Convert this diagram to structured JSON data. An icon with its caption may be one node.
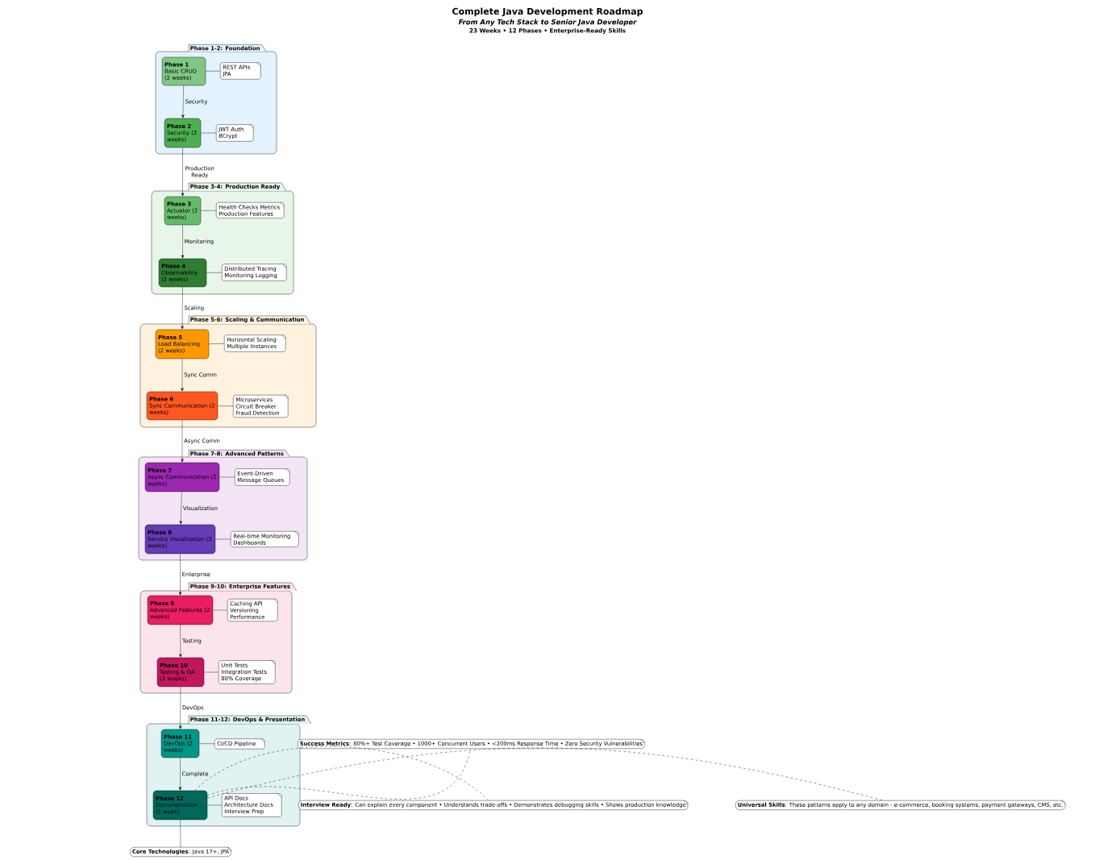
{
  "diagram": {
    "title": "Complete Java Development Roadmap",
    "labels": [
      "From Any Tech Stack to Senior Java Developer",
      "23 Weeks • 12 Phases • Enterprise-Ready Skills"
    ],
    "nodes": [
      {
        "text": [
          "Phase 1-2: Foundation"
        ]
      },
      {
        "text": [
          "Phase 1",
          "Basic CRUD (2 weeks)"
        ],
        "in": 0
      },
      {
        "text": [
          "REST APIs JPA"
        ],
        "in": 0
      },
      {
        "text": [
          "Phase 2",
          "Security (2 weeks)"
        ],
        "in": 0
      },
      {
        "text": [
          "JWT Auth BCrypt"
        ],
        "in": 0
      },
      {
        "text": [
          "Phase 3-4: Production Ready"
        ]
      },
      {
        "text": [
          "Phase 3",
          "Actuator (2 weeks)"
        ],
        "in": 5
      },
      {
        "text": [
          "Health Checks Metrics Production Features"
        ],
        "in": 5
      },
      {
        "text": [
          "Phase 4",
          "Observability (2 weeks)"
        ],
        "in": 5
      },
      {
        "text": [
          "Distributed Tracing Monitoring Logging"
        ],
        "in": 5
      },
      {
        "text": [
          "Phase 5-6: Scaling & Communication"
        ]
      },
      {
        "text": [
          "Phase 5",
          "Load Balancing (2 weeks)"
        ],
        "in": 10
      },
      {
        "text": [
          "Horizontal Scaling Multiple Instances"
        ],
        "in": 10
      },
      {
        "text": [
          "Phase 6",
          "Sync Communication (2 weeks)"
        ],
        "in": 10
      },
      {
        "text": [
          "Microservices Circuit Breaker Fraud Detection"
        ],
        "in": 10
      },
      {
        "text": [
          "Phase 7-8: Advanced Patterns"
        ]
      },
      {
        "text": [
          "Phase 7",
          "Async Communication (2 weeks)"
        ],
        "in": 15
      },
      {
        "text": [
          "Event-Driven Message Queues"
        ],
        "in": 15
      },
      {
        "text": [
          "Phase 8",
          "Service Visualization (2 weeks)"
        ],
        "in": 15
      },
      {
        "text": [
          "Real-time Monitoring Dashboards"
        ],
        "in": 15
      },
      {
        "text": [
          "Phase 9-10: Enterprise Features"
        ]
      },
      {
        "text": [
          "Phase 9",
          "Advanced Features (2 weeks)"
        ],
        "in": 20
      },
      {
        "text": [
          "Caching API Versioning Performance"
        ],
        "in": 20
      },
      {
        "text": [
          "Phase 10",
          "Testing & QA (2 weeks)"
        ],
        "in": 20
      },
      {
        "text": [
          "Unit Tests Integration Tests 80% Coverage"
        ],
        "in": 20
      },
      {
        "text": [
          "Phase 11-12: DevOps & Presentation"
        ]
      },
      {
        "text": [
          "Phase 11",
          "DevOps (2 weeks)"
        ],
        "in": 25
      },
      {
        "text": [
          "CI/CD Pipeline"
        ],
        "in": 25
      },
      {
        "text": [
          "Phase 12",
          "Documentation (1 week)"
        ],
        "in": 25
      },
      {
        "text": [
          "API Docs Architecture Docs Interview Prep"
        ],
        "in": 25
      },
      {
        "text": [
          "**Success Metrics**: 80%+ Test Coverage • 1000+ Concurrent Users • <200ms Response Time • Zero Security Vulnerabilities"
        ]
      },
      {
        "text": [
          "**Interview Ready**: Can explain every component • Understands trade-offs • Demonstrates debugging skills • Shows production knowledge"
        ]
      },
      {
        "text": [
          "**Universal Skills**: These patterns apply to any domain - e-commerce, booking systems, payment gateways, CMS, etc."
        ]
      },
      {
        "text": [
          "**Core Technologies**: Java 17+, JPA"
        ]
      }
    ],
    "edges": [
      {
        "from": 1,
        "to": 3,
        "arrow": "to",
        "label": "Security"
      },
      {
        "from": 3,
        "to": 6,
        "arrow": "to",
        "label": "Production Ready"
      },
      {
        "from": 6,
        "to": 8,
        "arrow": "to",
        "label": "Monitoring"
      },
      {
        "from": 8,
        "to": 11,
        "arrow": "to",
        "label": "Scaling"
      },
      {
        "from": 11,
        "to": 13,
        "arrow": "to",
        "label": "Sync Comm"
      },
      {
        "from": 13,
        "to": 16,
        "arrow": "to",
        "label": "Async Comm"
      },
      {
        "from": 16,
        "to": 18,
        "arrow": "to",
        "label": "Visualization"
      },
      {
        "from": 18,
        "to": 21,
        "arrow": "to",
        "label": "Enterprise"
      },
      {
        "from": 21,
        "to": 23,
        "arrow": "to",
        "label": "Testing"
      },
      {
        "from": 23,
        "to": 26,
        "arrow": "to",
        "label": "DevOps"
      },
      {
        "from": 26,
        "to": 28,
        "arrow": "to",
        "label": "Complete"
      },
      {
        "from": 1,
        "to": 2,
        "arrow": "none"
      },
      {
        "from": 3,
        "to": 4,
        "arrow": "none"
      },
      {
        "from": 6,
        "to": 7,
        "arrow": "none"
      },
      {
        "from": 8,
        "to": 9,
        "arrow": "none"
      },
      {
        "from": 11,
        "to": 12,
        "arrow": "none"
      },
      {
        "from": 13,
        "to": 14,
        "arrow": "none"
      },
      {
        "from": 16,
        "to": 17,
        "arrow": "none"
      },
      {
        "from": 18,
        "to": 19,
        "arrow": "none"
      },
      {
        "from": 21,
        "to": 22,
        "arrow": "none"
      },
      {
        "from": 23,
        "to": 24,
        "arrow": "none"
      },
      {
        "from": 26,
        "to": 27,
        "arrow": "none"
      },
      {
        "from": 28,
        "to": 29,
        "arrow": "none"
      },
      {
        "from": 28,
        "to": 30,
        "arrow": "none",
        "style": "dashed"
      },
      {
        "from": 28,
        "to": 31,
        "arrow": "none",
        "style": "dashed"
      },
      {
        "from": 28,
        "to": 32,
        "arrow": "none",
        "style": "dashed"
      },
      {
        "from": 28,
        "to": 33,
        "arrow": "none"
      }
    ]
  }
}
